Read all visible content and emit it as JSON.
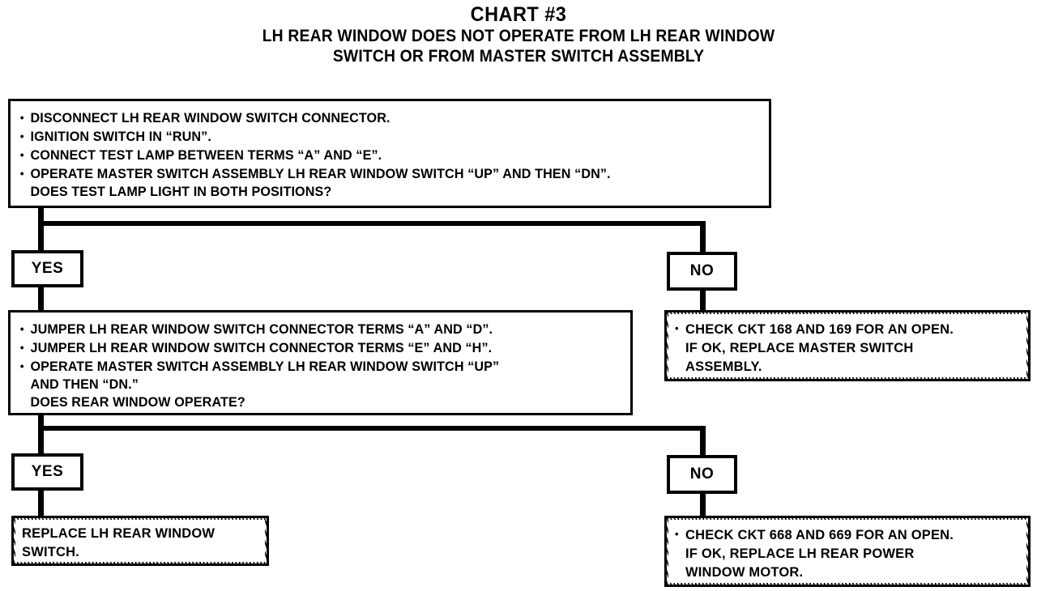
{
  "title": {
    "main": "CHART #3",
    "sub_line1": "LH REAR WINDOW DOES NOT OPERATE FROM LH REAR WINDOW",
    "sub_line2": "SWITCH OR FROM MASTER SWITCH ASSEMBLY"
  },
  "step1": {
    "lines": [
      "DISCONNECT LH REAR WINDOW SWITCH CONNECTOR.",
      "IGNITION SWITCH IN “RUN”.",
      "CONNECT TEST LAMP BETWEEN TERMS “A” AND “E”.",
      "OPERATE MASTER SWITCH ASSEMBLY LH REAR WINDOW SWITCH “UP” AND THEN “DN”.",
      "DOES TEST LAMP LIGHT IN BOTH POSITIONS?"
    ]
  },
  "branch1": {
    "yes_label": "YES",
    "no_label": "NO"
  },
  "step2": {
    "lines": [
      "JUMPER LH REAR WINDOW SWITCH CONNECTOR TERMS “A” AND “D”.",
      "JUMPER LH REAR WINDOW SWITCH CONNECTOR TERMS “E” AND “H”.",
      "OPERATE MASTER SWITCH ASSEMBLY LH REAR WINDOW SWITCH “UP”",
      "AND THEN “DN.”",
      "DOES REAR WINDOW OPERATE?"
    ]
  },
  "result_no1": {
    "lines": [
      "CHECK CKT 168 AND 169 FOR AN OPEN.",
      "IF OK, REPLACE MASTER SWITCH",
      "ASSEMBLY."
    ]
  },
  "branch2": {
    "yes_label": "YES",
    "no_label": "NO"
  },
  "result_yes2": {
    "lines": [
      "REPLACE LH REAR WINDOW",
      "SWITCH."
    ]
  },
  "result_no2": {
    "lines": [
      "CHECK CKT 668 AND 669 FOR AN OPEN.",
      "IF OK, REPLACE LH REAR POWER",
      "WINDOW MOTOR."
    ]
  },
  "colors": {
    "ink": "#000000",
    "paper": "#ffffff"
  },
  "chart_data": {
    "type": "flowchart",
    "title": "CHART #3 - LH REAR WINDOW DOES NOT OPERATE FROM LH REAR WINDOW SWITCH OR FROM MASTER SWITCH ASSEMBLY",
    "nodes": [
      {
        "id": "step1",
        "kind": "test-step",
        "border": "solid"
      },
      {
        "id": "branch1-yes",
        "kind": "answer",
        "label": "YES"
      },
      {
        "id": "branch1-no",
        "kind": "answer",
        "label": "NO"
      },
      {
        "id": "step2",
        "kind": "test-step",
        "border": "solid"
      },
      {
        "id": "result-no1",
        "kind": "result",
        "border": "hatched"
      },
      {
        "id": "branch2-yes",
        "kind": "answer",
        "label": "YES"
      },
      {
        "id": "branch2-no",
        "kind": "answer",
        "label": "NO"
      },
      {
        "id": "result-yes2",
        "kind": "result",
        "border": "hatched"
      },
      {
        "id": "result-no2",
        "kind": "result",
        "border": "hatched"
      }
    ],
    "edges": [
      {
        "from": "step1",
        "to": "branch1-yes",
        "label": "YES"
      },
      {
        "from": "step1",
        "to": "branch1-no",
        "label": "NO"
      },
      {
        "from": "branch1-yes",
        "to": "step2",
        "label": ""
      },
      {
        "from": "branch1-no",
        "to": "result-no1",
        "label": ""
      },
      {
        "from": "step2",
        "to": "branch2-yes",
        "label": "YES"
      },
      {
        "from": "step2",
        "to": "branch2-no",
        "label": "NO"
      },
      {
        "from": "branch2-yes",
        "to": "result-yes2",
        "label": ""
      },
      {
        "from": "branch2-no",
        "to": "result-no2",
        "label": ""
      }
    ]
  }
}
